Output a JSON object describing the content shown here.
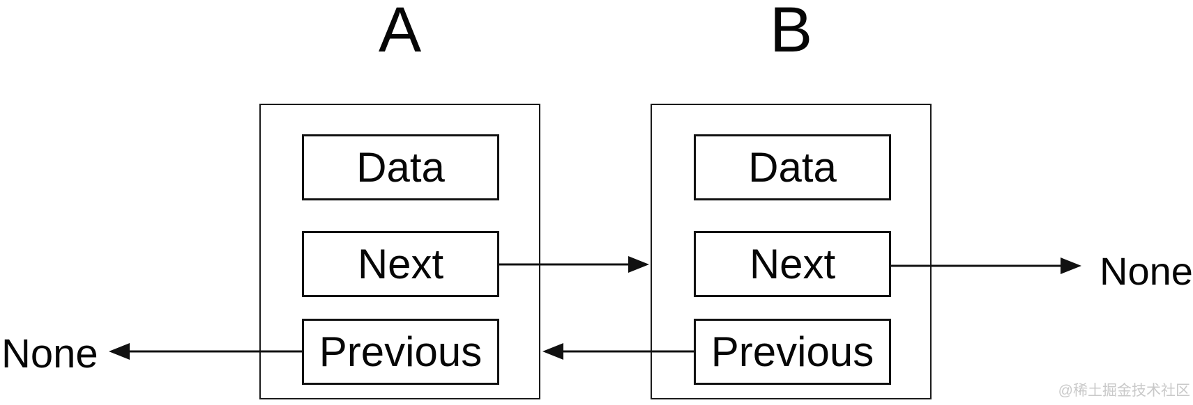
{
  "diagram": {
    "type": "doubly-linked-list",
    "background": "#ffffff",
    "line_color": "#000000",
    "nodes": [
      {
        "label": "A",
        "fields": {
          "data": "Data",
          "next": "Next",
          "previous": "Previous"
        }
      },
      {
        "label": "B",
        "fields": {
          "data": "Data",
          "next": "Next",
          "previous": "Previous"
        }
      }
    ],
    "terminals": {
      "left_none": "None",
      "right_none": "None"
    },
    "links": [
      {
        "from": "A.next",
        "to": "B"
      },
      {
        "from": "B.next",
        "to": "None"
      },
      {
        "from": "B.previous",
        "to": "A"
      },
      {
        "from": "A.previous",
        "to": "None"
      }
    ],
    "watermark": {
      "text": "@稀土掘金技术社区",
      "color": "#c9c9c9"
    }
  }
}
